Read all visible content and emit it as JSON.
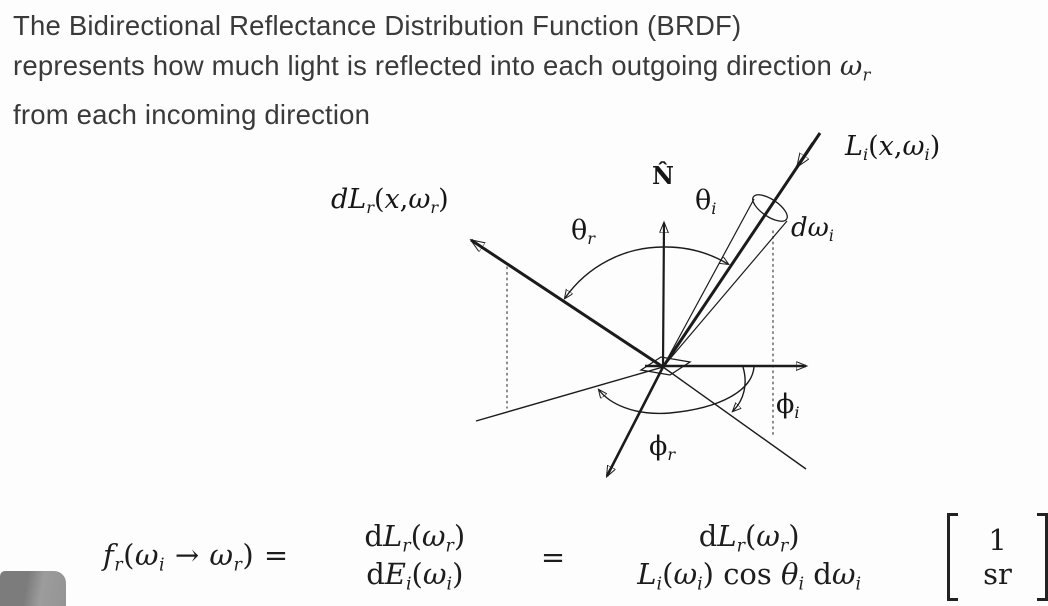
{
  "slide": {
    "title": {
      "line1": "The Bidirectional Reflectance Distribution Function (BRDF)",
      "line2_text": "represents how much light is reflected into each outgoing direction ",
      "line2_math": [
        [
          "ω",
          "it"
        ],
        [
          "r",
          "sub"
        ]
      ],
      "line3": "from each incoming direction"
    }
  },
  "diagram": {
    "labels": {
      "normal": [
        [
          "N̂",
          "bold"
        ]
      ],
      "outgoing_radiance": [
        [
          "dL",
          "it"
        ],
        [
          "r",
          "sub"
        ],
        [
          "(",
          "rm"
        ],
        [
          "x",
          "it"
        ],
        [
          ",",
          "rm"
        ],
        [
          "ω",
          "it"
        ],
        [
          "r",
          "sub"
        ],
        [
          ")",
          "rm"
        ]
      ],
      "incoming_radiance": [
        [
          "L",
          "it"
        ],
        [
          "i",
          "sub"
        ],
        [
          "(",
          "rm"
        ],
        [
          "x",
          "it"
        ],
        [
          ",",
          "rm"
        ],
        [
          "ω",
          "it"
        ],
        [
          "i",
          "sub"
        ],
        [
          ")",
          "rm"
        ]
      ],
      "solid_angle": [
        [
          "dω",
          "it"
        ],
        [
          "i",
          "sub"
        ]
      ],
      "theta_r": [
        [
          "θ",
          "rm"
        ],
        [
          "r",
          "sub"
        ]
      ],
      "theta_i": [
        [
          "θ",
          "rm"
        ],
        [
          "i",
          "sub"
        ]
      ],
      "phi_r": [
        [
          "ϕ",
          "rm"
        ],
        [
          "r",
          "sub"
        ]
      ],
      "phi_i": [
        [
          "ϕ",
          "rm"
        ],
        [
          "i",
          "sub"
        ]
      ]
    },
    "line_color": "#1b1b1b"
  },
  "formula": {
    "lhs": [
      [
        "f",
        "it"
      ],
      [
        "r",
        "sub"
      ],
      [
        "(",
        "rm"
      ],
      [
        "ω",
        "it"
      ],
      [
        "i",
        "sub"
      ],
      [
        " → ",
        "rm"
      ],
      [
        "ω",
        "it"
      ],
      [
        "r",
        "sub"
      ],
      [
        ") = ",
        "rm"
      ]
    ],
    "num1": [
      [
        "d",
        "rm"
      ],
      [
        "L",
        "it"
      ],
      [
        "r",
        "sub"
      ],
      [
        "(",
        "rm"
      ],
      [
        "ω",
        "it"
      ],
      [
        "r",
        "sub"
      ],
      [
        ")",
        "rm"
      ]
    ],
    "den1": [
      [
        "d",
        "rm"
      ],
      [
        "E",
        "it"
      ],
      [
        "i",
        "sub"
      ],
      [
        "(",
        "rm"
      ],
      [
        "ω",
        "it"
      ],
      [
        "i",
        "sub"
      ],
      [
        ")",
        "rm"
      ]
    ],
    "eq2": [
      [
        "=",
        "rm"
      ]
    ],
    "num2": [
      [
        "d",
        "rm"
      ],
      [
        "L",
        "it"
      ],
      [
        "r",
        "sub"
      ],
      [
        "(",
        "rm"
      ],
      [
        "ω",
        "it"
      ],
      [
        "r",
        "sub"
      ],
      [
        ")",
        "rm"
      ]
    ],
    "den2": [
      [
        "L",
        "it"
      ],
      [
        "i",
        "sub"
      ],
      [
        "(",
        "rm"
      ],
      [
        "ω",
        "it"
      ],
      [
        "i",
        "sub"
      ],
      [
        ") cos ",
        "rm"
      ],
      [
        "θ",
        "it"
      ],
      [
        "i",
        "sub"
      ],
      [
        " d",
        "rm"
      ],
      [
        "ω",
        "it"
      ],
      [
        "i",
        "sub"
      ]
    ],
    "unit_num": [
      [
        "1",
        "rm"
      ]
    ],
    "unit_den": [
      [
        "sr",
        "rm"
      ]
    ]
  }
}
